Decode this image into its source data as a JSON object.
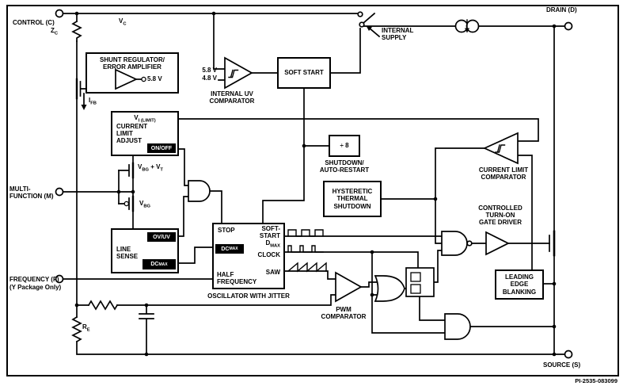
{
  "part_number": "PI-2535-083099",
  "pins": {
    "control": "CONTROL (C)",
    "multifunction": "MULTI-\nFUNCTION (M)",
    "frequency": "FREQUENCY (F)",
    "frequency_note": "(Y Package Only)",
    "drain": "DRAIN (D)",
    "source": "SOURCE (S)"
  },
  "labels": {
    "vc": "V<sub>C</sub>",
    "zc": "Z<sub>C</sub>",
    "ifb": "I<sub>FB</sub>",
    "re": "R<sub>E</sub>",
    "vbg_vt": "V<sub>BG</sub> + V<sub>T</sub>",
    "vbg": "V<sub>BG</sub>",
    "shunt_ref": "5.8 V",
    "uv_high": "5.8 V",
    "uv_low": "4.8 V",
    "internal_supply": "INTERNAL\nSUPPLY"
  },
  "blocks": {
    "shunt_title": "SHUNT REGULATOR/\nERROR AMPLIFIER",
    "cla_vilimit": "V<sub>I (LIMIT)</sub>",
    "cla_title": "CURRENT\nLIMIT\nADJUST",
    "cla_badge": "ON/OFF",
    "ls_title": "LINE\nSENSE",
    "ls_badge_top": "OV/UV",
    "ls_badge_bottom": "DC<sub>MAX</sub>",
    "osc_stop": "STOP",
    "osc_soft_start": "SOFT-\nSTART",
    "osc_dcmax": "DC<sub>MAX</sub>",
    "osc_dmax": "D<sub>MAX</sub>",
    "osc_clock": "CLOCK",
    "osc_half_freq": "HALF\nFREQUENCY",
    "osc_saw": "SAW",
    "osc_caption": "OSCILLATOR WITH JITTER",
    "uv_caption": "INTERNAL UV\nCOMPARATOR",
    "soft_start": "SOFT START",
    "div8": "÷ 8",
    "shutdown_caption": "SHUTDOWN/\nAUTO-RESTART",
    "thermal": "HYSTERETIC\nTHERMAL\nSHUTDOWN",
    "clc_caption": "CURRENT LIMIT\nCOMPARATOR",
    "driver_caption": "CONTROLLED\nTURN-ON\nGATE DRIVER",
    "leb": "LEADING\nEDGE\nBLANKING",
    "pwm_caption": "PWM\nCOMPARATOR"
  }
}
